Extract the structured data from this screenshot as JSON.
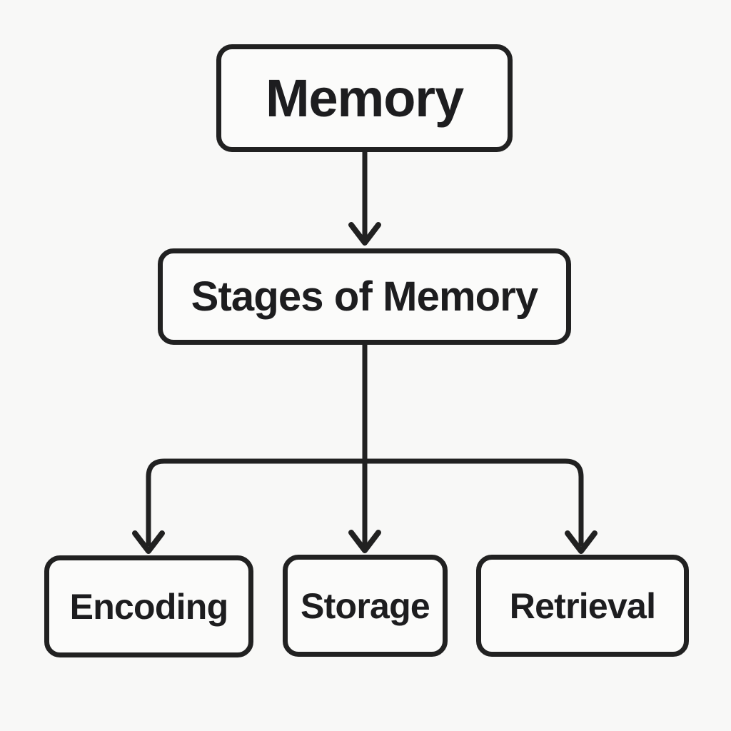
{
  "diagram": {
    "type": "flowchart",
    "direction": "top-down",
    "nodes": [
      {
        "id": "memory",
        "label": "Memory"
      },
      {
        "id": "stages",
        "label": "Stages of Memory"
      },
      {
        "id": "encoding",
        "label": "Encoding"
      },
      {
        "id": "storage",
        "label": "Storage"
      },
      {
        "id": "retrieval",
        "label": "Retrieval"
      }
    ],
    "edges": [
      {
        "from": "memory",
        "to": "stages",
        "style": "arrow-down"
      },
      {
        "from": "stages",
        "to": "encoding",
        "style": "arrow-down"
      },
      {
        "from": "stages",
        "to": "storage",
        "style": "arrow-down"
      },
      {
        "from": "stages",
        "to": "retrieval",
        "style": "arrow-down"
      }
    ]
  },
  "colors": {
    "background": "#f8f8f7",
    "node_fill": "#fbfbfa",
    "stroke": "#212121",
    "text": "#1d1d1f"
  }
}
